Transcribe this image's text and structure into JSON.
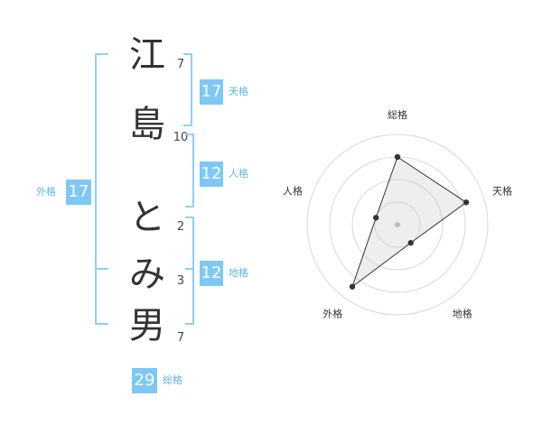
{
  "name": {
    "chars": [
      {
        "char": "江",
        "strokes": "7"
      },
      {
        "char": "島",
        "strokes": "10"
      },
      {
        "char": "と",
        "strokes": "2"
      },
      {
        "char": "み",
        "strokes": "3"
      },
      {
        "char": "男",
        "strokes": "7"
      }
    ]
  },
  "kaku": {
    "ten": {
      "value": "17",
      "label": "天格"
    },
    "jin": {
      "value": "12",
      "label": "人格"
    },
    "chi": {
      "value": "12",
      "label": "地格"
    },
    "gai": {
      "value": "17",
      "label": "外格"
    },
    "sou": {
      "value": "29",
      "label": "総格"
    }
  },
  "colors": {
    "accent": "#7dc8f4",
    "bracket": "#8fd0f6",
    "label": "#5ab6ec"
  },
  "chart_data": {
    "type": "radar",
    "axes": [
      "総格",
      "天格",
      "地格",
      "外格",
      "人格"
    ],
    "values": [
      0.75,
      0.8,
      0.25,
      0.85,
      0.25
    ],
    "rings": 4,
    "max": 1
  }
}
